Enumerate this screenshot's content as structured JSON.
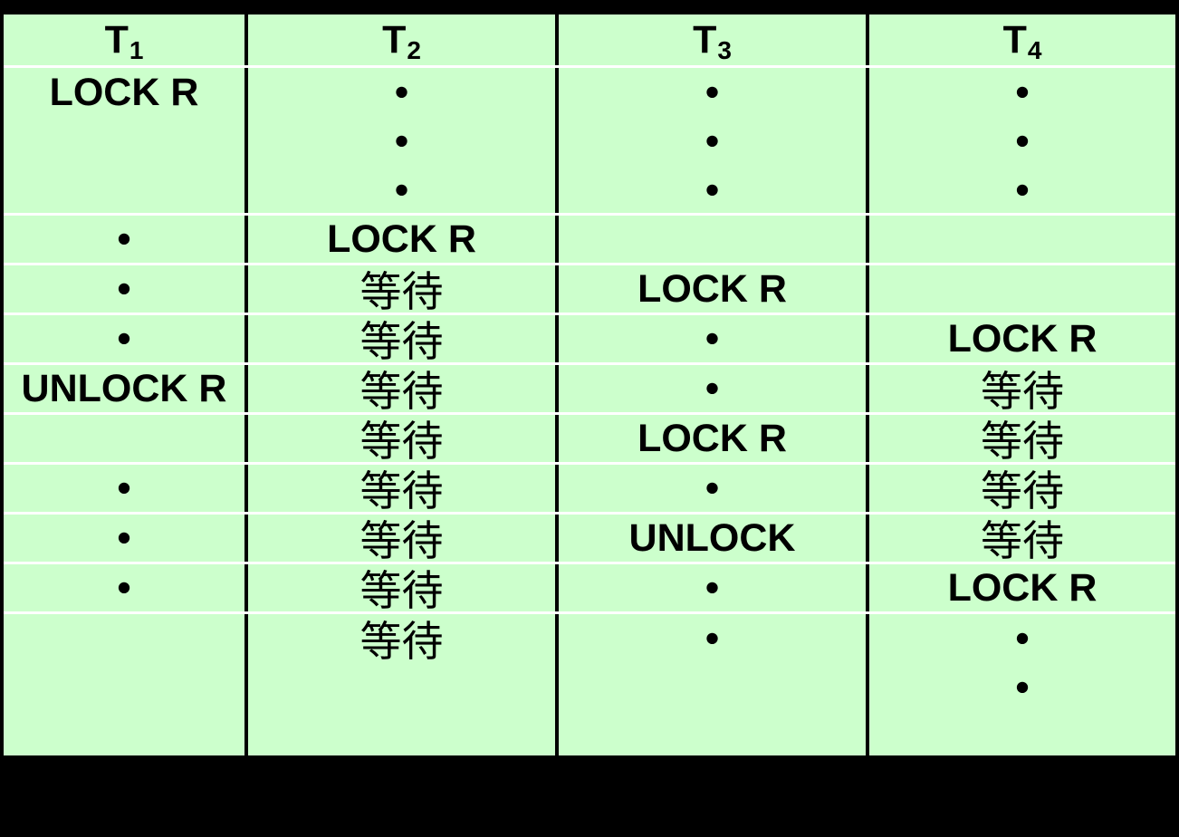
{
  "colors": {
    "page_bg": "#000000",
    "cell_bg": "#ccffcc",
    "row_line": "#ffffff",
    "col_line": "#000000",
    "text": "#000000"
  },
  "table": {
    "columns": [
      {
        "label": "T",
        "sub": "1"
      },
      {
        "label": "T",
        "sub": "2"
      },
      {
        "label": "T",
        "sub": "3"
      },
      {
        "label": "T",
        "sub": "4"
      }
    ],
    "rows": [
      {
        "kind": "tall-first",
        "cells": [
          [
            "LOCK R"
          ],
          [
            "•",
            "•",
            "•"
          ],
          [
            "•",
            "•",
            "•"
          ],
          [
            "•",
            "•",
            "•"
          ]
        ]
      },
      {
        "kind": "normal",
        "cells": [
          [
            "•"
          ],
          [
            "LOCK R"
          ],
          [],
          []
        ]
      },
      {
        "kind": "normal",
        "cells": [
          [
            "•"
          ],
          [
            "等待"
          ],
          [
            "LOCK R"
          ],
          []
        ]
      },
      {
        "kind": "normal",
        "cells": [
          [
            "•"
          ],
          [
            "等待"
          ],
          [
            "•"
          ],
          [
            "LOCK R"
          ]
        ]
      },
      {
        "kind": "normal",
        "cells": [
          [
            "UNLOCK R"
          ],
          [
            "等待"
          ],
          [
            "•"
          ],
          [
            "等待"
          ]
        ]
      },
      {
        "kind": "normal",
        "cells": [
          [],
          [
            "等待"
          ],
          [
            "LOCK R"
          ],
          [
            "等待"
          ]
        ]
      },
      {
        "kind": "normal",
        "cells": [
          [
            "•"
          ],
          [
            "等待"
          ],
          [
            "•"
          ],
          [
            "等待"
          ]
        ]
      },
      {
        "kind": "normal",
        "cells": [
          [
            "•"
          ],
          [
            "等待"
          ],
          [
            "UNLOCK"
          ],
          [
            "等待"
          ]
        ]
      },
      {
        "kind": "normal",
        "cells": [
          [
            "•"
          ],
          [
            "等待"
          ],
          [
            "•"
          ],
          [
            "LOCK R"
          ]
        ]
      },
      {
        "kind": "tall-last",
        "cells": [
          [],
          [
            "等待"
          ],
          [
            "•"
          ],
          [
            "•",
            "•"
          ]
        ]
      }
    ]
  }
}
